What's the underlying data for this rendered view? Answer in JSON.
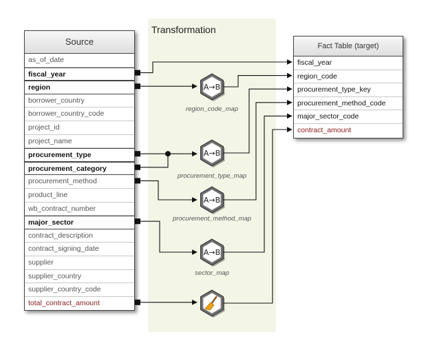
{
  "band_title": "Transformation",
  "source": {
    "title": "Source",
    "rows": [
      {
        "label": "as_of_date",
        "kind": "plain"
      },
      {
        "label": "fiscal_year",
        "kind": "mapped"
      },
      {
        "label": "region",
        "kind": "mapped"
      },
      {
        "label": "borrower_country",
        "kind": "plain"
      },
      {
        "label": "borrower_country_code",
        "kind": "plain"
      },
      {
        "label": "project_id",
        "kind": "plain"
      },
      {
        "label": "project_name",
        "kind": "plain"
      },
      {
        "label": "procurement_type",
        "kind": "mapped"
      },
      {
        "label": "procurement_category",
        "kind": "mapped"
      },
      {
        "label": "procurement_method",
        "kind": "plain"
      },
      {
        "label": "product_line",
        "kind": "plain"
      },
      {
        "label": "wb_contract_number",
        "kind": "plain"
      },
      {
        "label": "major_sector",
        "kind": "mapped"
      },
      {
        "label": "contract_description",
        "kind": "plain"
      },
      {
        "label": "contract_signing_date",
        "kind": "plain"
      },
      {
        "label": "supplier",
        "kind": "plain"
      },
      {
        "label": "supplier_country",
        "kind": "plain"
      },
      {
        "label": "supplier_country_code",
        "kind": "plain"
      },
      {
        "label": "total_contract_amount",
        "kind": "measure"
      }
    ]
  },
  "target": {
    "title": "Fact Table (target)",
    "rows": [
      {
        "label": "fiscal_year",
        "kind": "mapped"
      },
      {
        "label": "region_code",
        "kind": "mapped"
      },
      {
        "label": "procurement_type_key",
        "kind": "mapped"
      },
      {
        "label": "procurement_method_code",
        "kind": "mapped"
      },
      {
        "label": "major_sector_code",
        "kind": "mapped"
      },
      {
        "label": "contract_amount",
        "kind": "measure"
      }
    ]
  },
  "transforms": [
    {
      "label": "A→B",
      "name": "region_code_map",
      "icon": "mapping-hexagon-icon"
    },
    {
      "label": "A→B",
      "name": "procurement_type_map",
      "icon": "mapping-hexagon-icon"
    },
    {
      "label": "A→B",
      "name": "procurement_method_map",
      "icon": "mapping-hexagon-icon"
    },
    {
      "label": "A→B",
      "name": "sector_map",
      "icon": "mapping-hexagon-icon"
    },
    {
      "label": "",
      "name": "",
      "icon": "broom-cleanse-icon"
    }
  ],
  "colors": {
    "band": "#f3f5e6",
    "measure_text": "#8b1a1a",
    "line": "#111111"
  }
}
